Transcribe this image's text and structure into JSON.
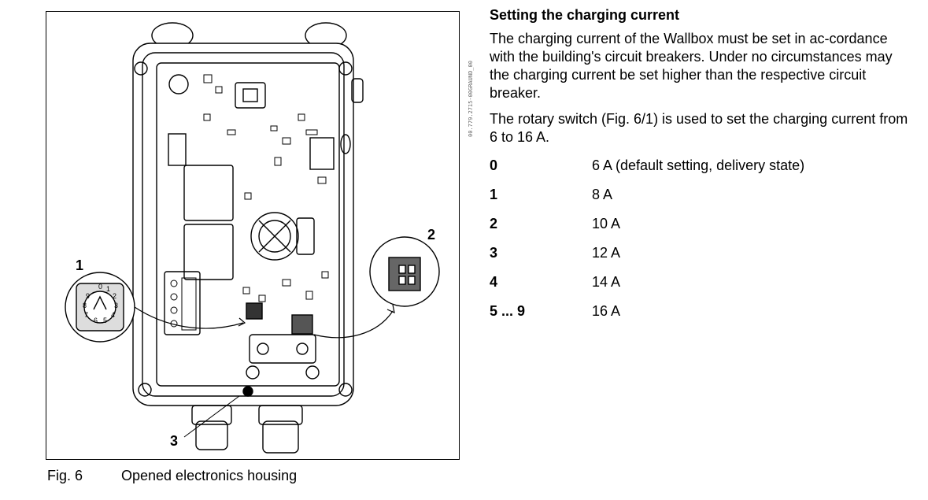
{
  "figure": {
    "doc_id": "00.779.2715-00GRAUND_00",
    "callouts": [
      "1",
      "2",
      "3"
    ],
    "caption_number": "Fig. 6",
    "caption_text": "Opened electronics housing",
    "rotary_dial_labels": [
      "0",
      "1",
      "2",
      "3",
      "4",
      "5",
      "6",
      "7",
      "8",
      "9"
    ]
  },
  "section": {
    "title": "Setting the charging current",
    "paragraph_1": "The charging current of the Wallbox must be set in ac-cordance with the building's circuit breakers. Under no circumstances may the charging current be set higher than the respective circuit breaker.",
    "paragraph_2": "The rotary switch (Fig. 6/1) is used to set the charging current from 6 to 16 A.",
    "settings": [
      {
        "position": "0",
        "current": "6 A (default setting, delivery state)"
      },
      {
        "position": "1",
        "current": "8 A"
      },
      {
        "position": "2",
        "current": "10 A"
      },
      {
        "position": "3",
        "current": "12 A"
      },
      {
        "position": "4",
        "current": "14 A"
      },
      {
        "position": "5 ... 9",
        "current": "16 A"
      }
    ]
  }
}
